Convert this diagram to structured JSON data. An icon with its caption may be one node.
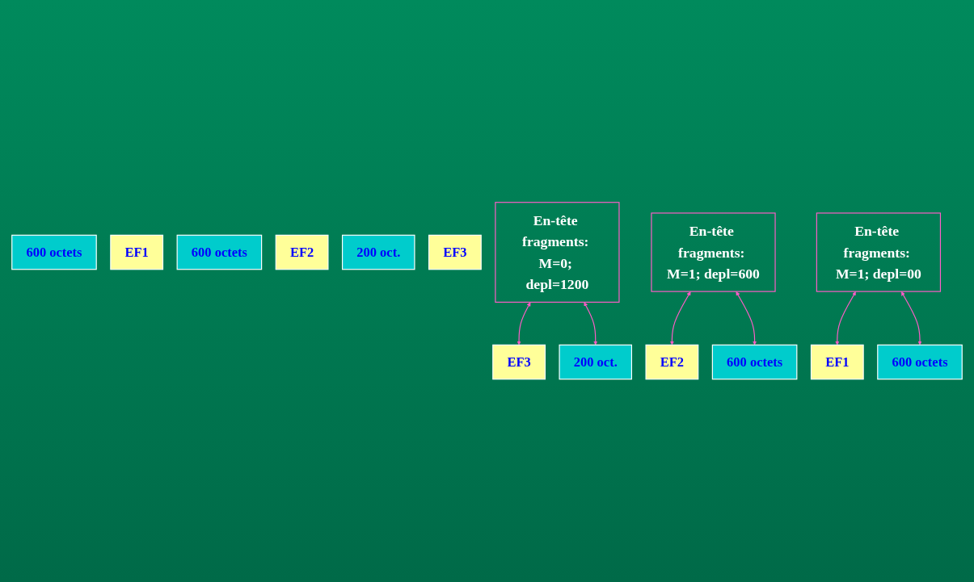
{
  "diagram": {
    "nodes": [
      {
        "text": [
          "EF1"
        ]
      },
      {
        "text": [
          "600 octets"
        ]
      },
      {
        "text": [
          "EF1"
        ]
      },
      {
        "text": [
          "600 octets"
        ]
      },
      {
        "text": [
          "EF2"
        ]
      },
      {
        "text": [
          "600 octets"
        ]
      },
      {
        "text": [
          "EF2"
        ]
      },
      {
        "text": [
          "600 octets"
        ]
      },
      {
        "text": [
          "EF3"
        ]
      },
      {
        "text": [
          "200 oct."
        ]
      },
      {
        "text": [
          "EF3"
        ]
      },
      {
        "text": [
          "200 oct."
        ]
      },
      {
        "text": [
          "En-tête fragments: M=0; depl=1200"
        ]
      },
      {
        "text": [
          "En-tête fragments: M=1; depl=600"
        ]
      },
      {
        "text": [
          "En-tête fragments: M=1; depl=00"
        ]
      }
    ],
    "edges": [
      {
        "from": 14,
        "to": 0,
        "arrow": "both"
      },
      {
        "from": 14,
        "to": 3,
        "arrow": "both"
      },
      {
        "from": 13,
        "to": 4,
        "arrow": "both"
      },
      {
        "from": 13,
        "to": 7,
        "arrow": "both"
      },
      {
        "from": 12,
        "to": 8,
        "arrow": "both"
      },
      {
        "from": 12,
        "to": 11,
        "arrow": "both"
      }
    ]
  }
}
